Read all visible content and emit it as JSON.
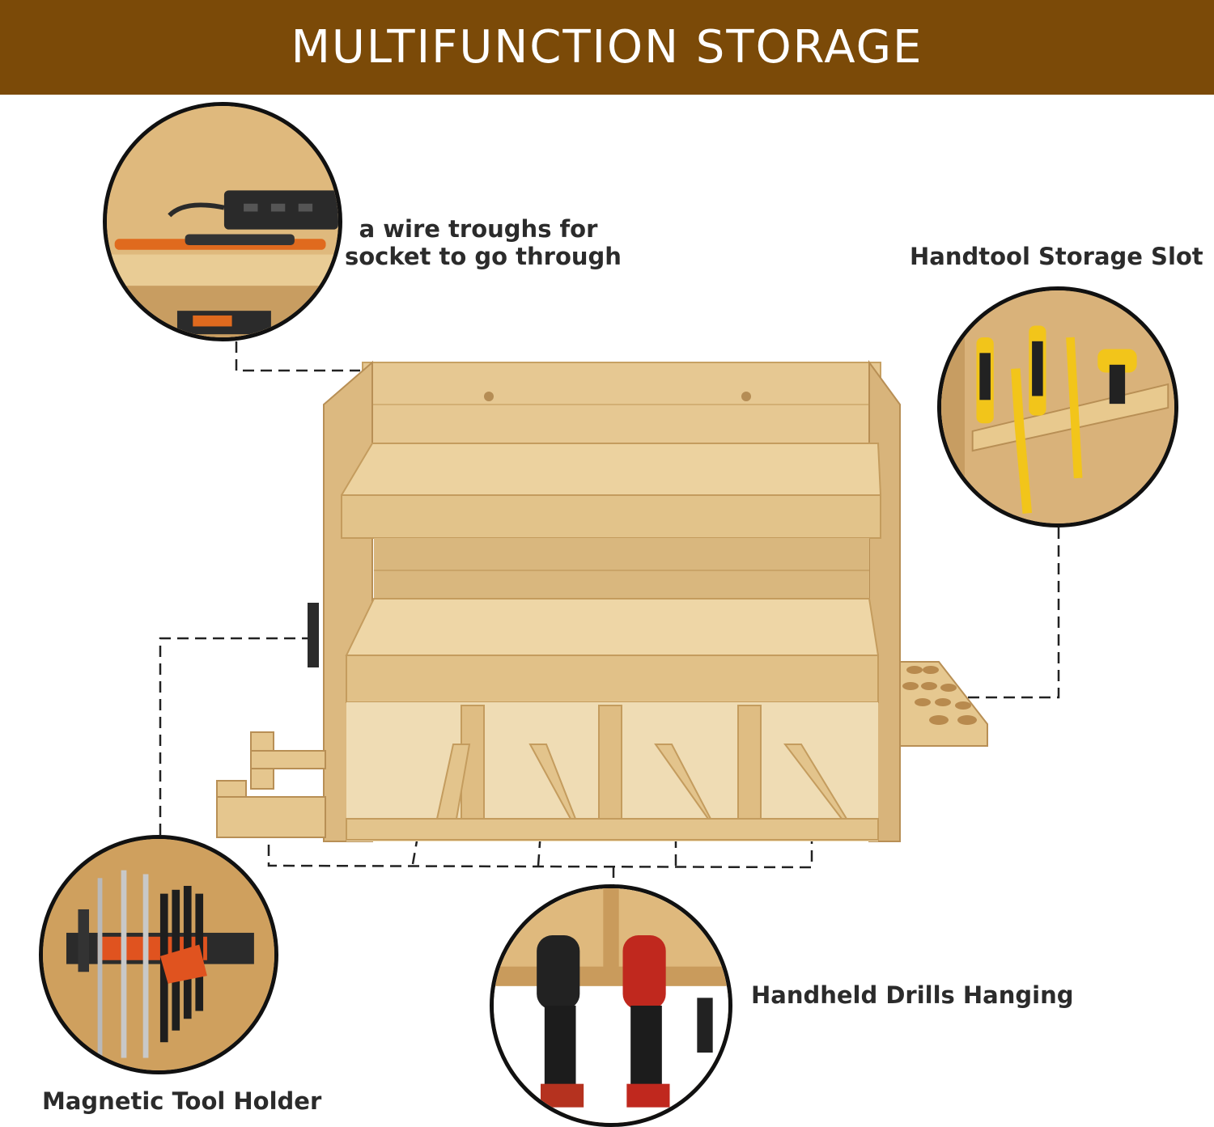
{
  "banner": {
    "title": "MULTIFUNCTION STORAGE",
    "color": "#7b4a08"
  },
  "features": {
    "wire_troughs": {
      "line1": "a wire troughs for",
      "line2": "socket to go through",
      "icon": "power-strip-closeup"
    },
    "handtool_slot": {
      "label": "Handtool Storage Slot",
      "icon": "screwdrivers-pliers-closeup"
    },
    "magnetic_holder": {
      "label": "Magnetic Tool Holder",
      "icon": "magnetic-strip-closeup"
    },
    "drills_hanging": {
      "label": "Handheld Drills Hanging",
      "icon": "drills-closeup"
    }
  },
  "colors": {
    "wood": "#e3c28a",
    "wood_dark": "#c9a264",
    "callout_line": "#222222"
  }
}
